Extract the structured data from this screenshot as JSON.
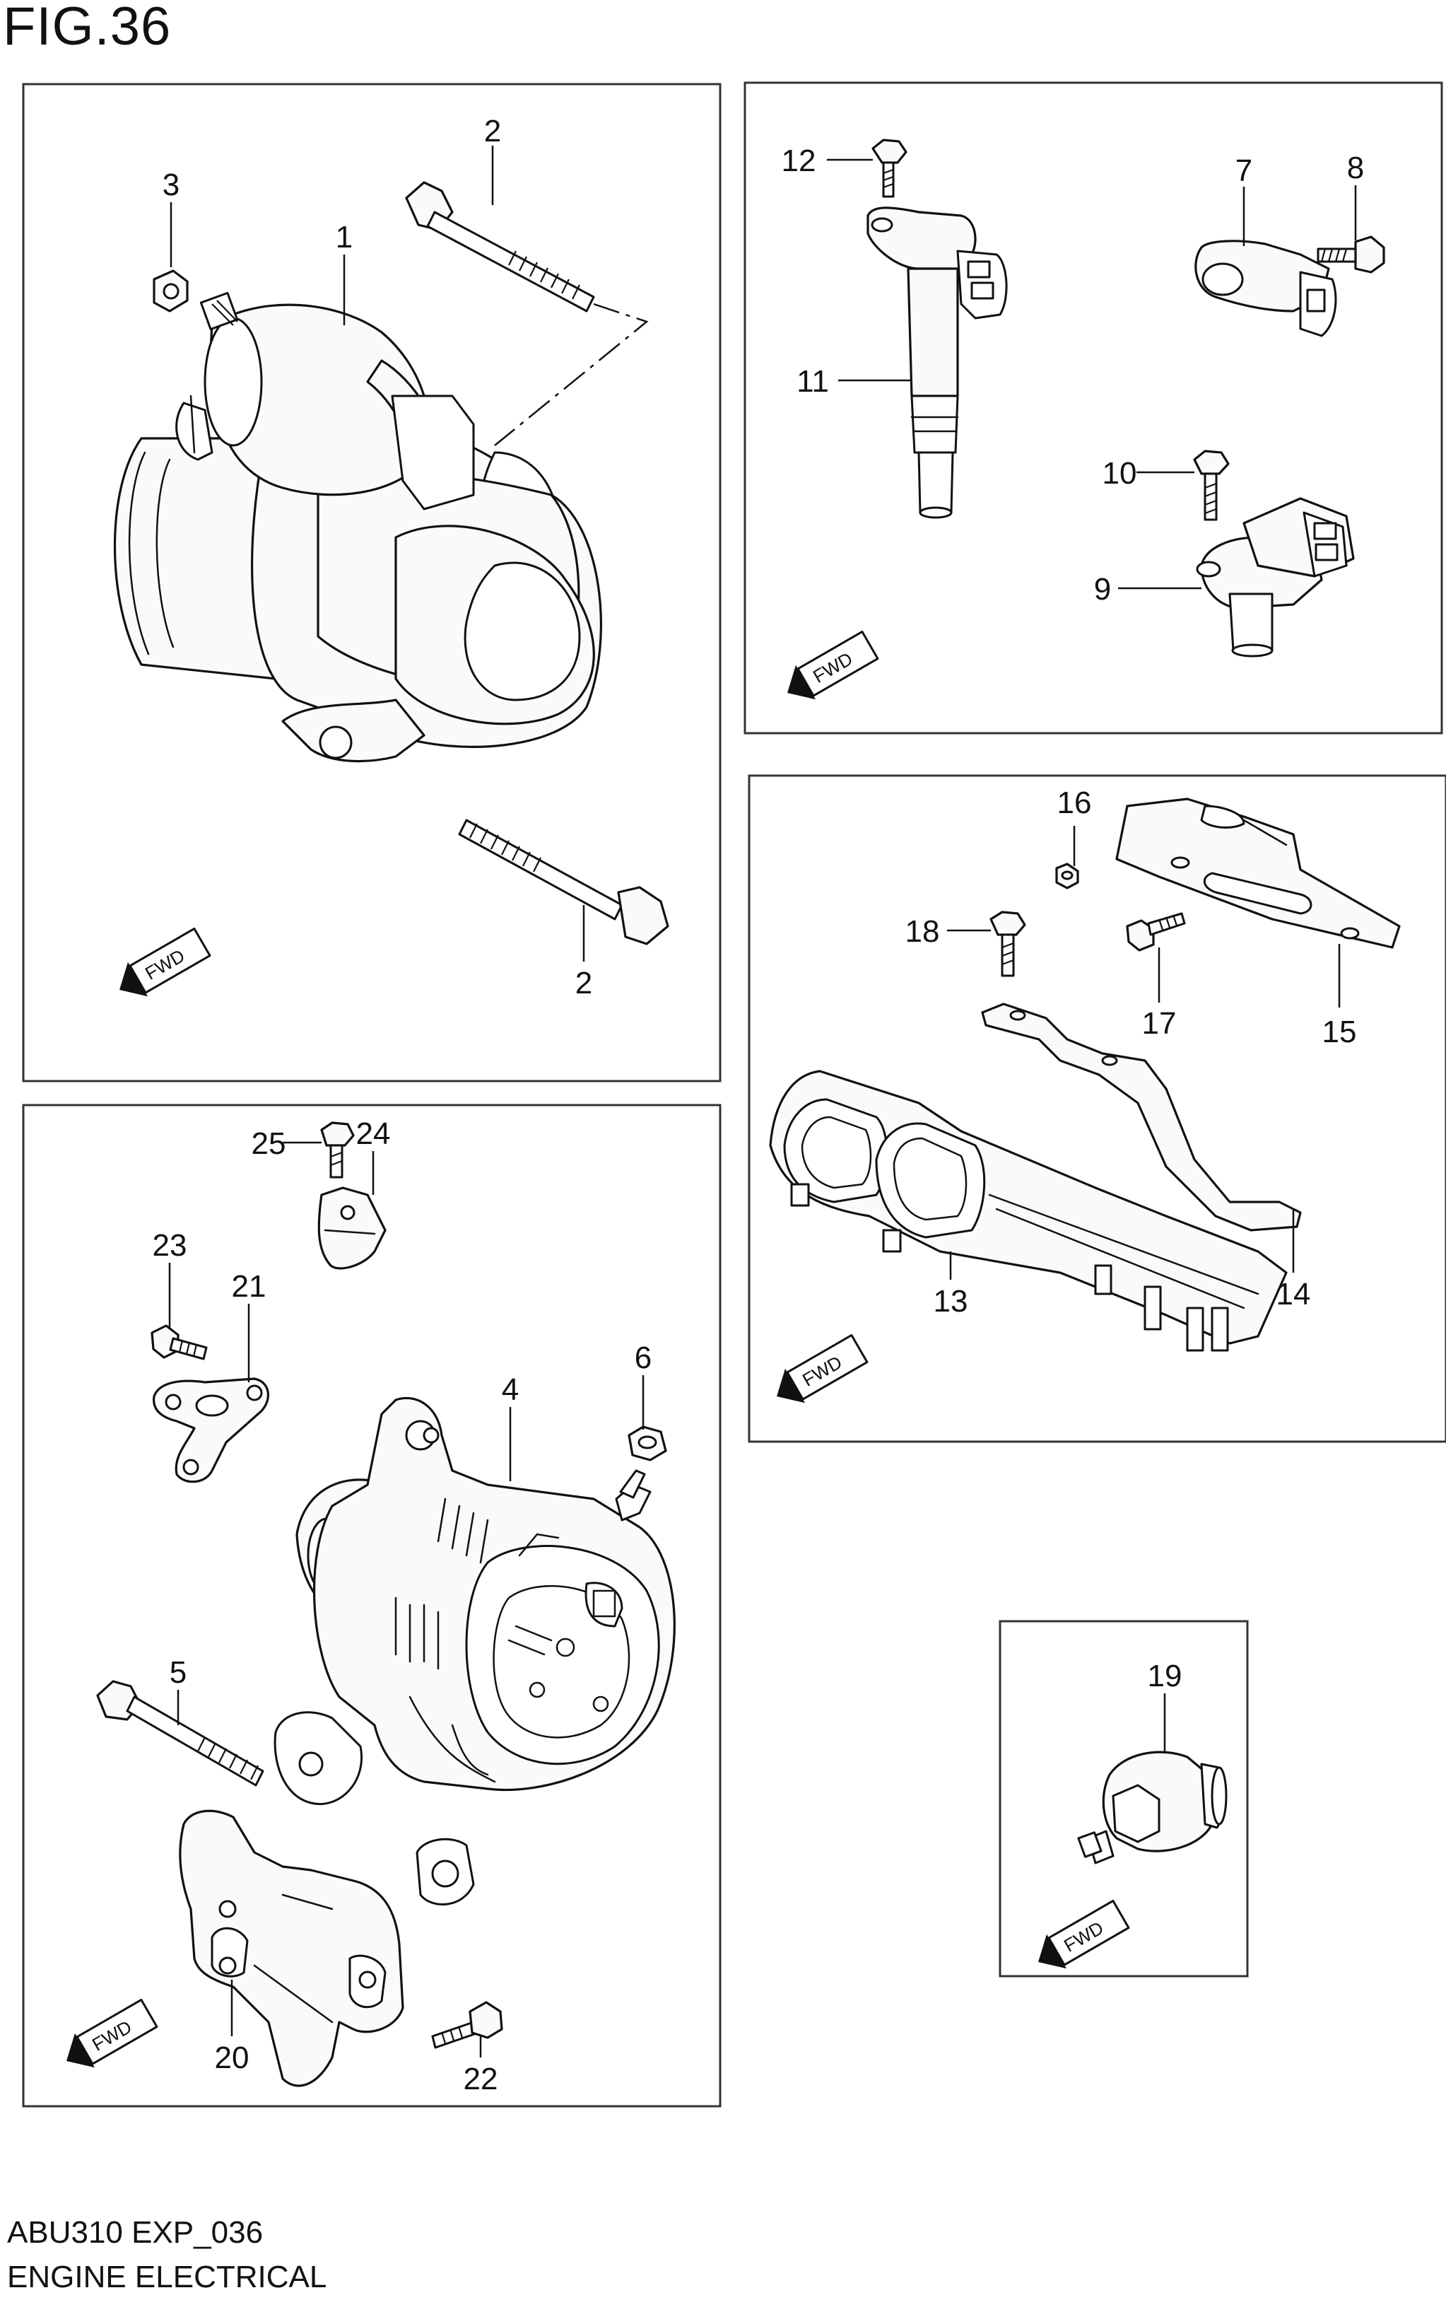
{
  "figure": {
    "title": "FIG.36",
    "code": "ABU310 EXP_036",
    "name": "ENGINE ELECTRICAL"
  },
  "fwd_label": "FWD",
  "callouts": {
    "c1": "1",
    "c2a": "2",
    "c2b": "2",
    "c3": "3",
    "c4": "4",
    "c5": "5",
    "c6": "6",
    "c7": "7",
    "c8": "8",
    "c9": "9",
    "c10": "10",
    "c11": "11",
    "c12": "12",
    "c13": "13",
    "c14": "14",
    "c15": "15",
    "c16": "16",
    "c17": "17",
    "c18": "18",
    "c19": "19",
    "c20": "20",
    "c21": "21",
    "c22": "22",
    "c23": "23",
    "c24": "24",
    "c25": "25"
  }
}
